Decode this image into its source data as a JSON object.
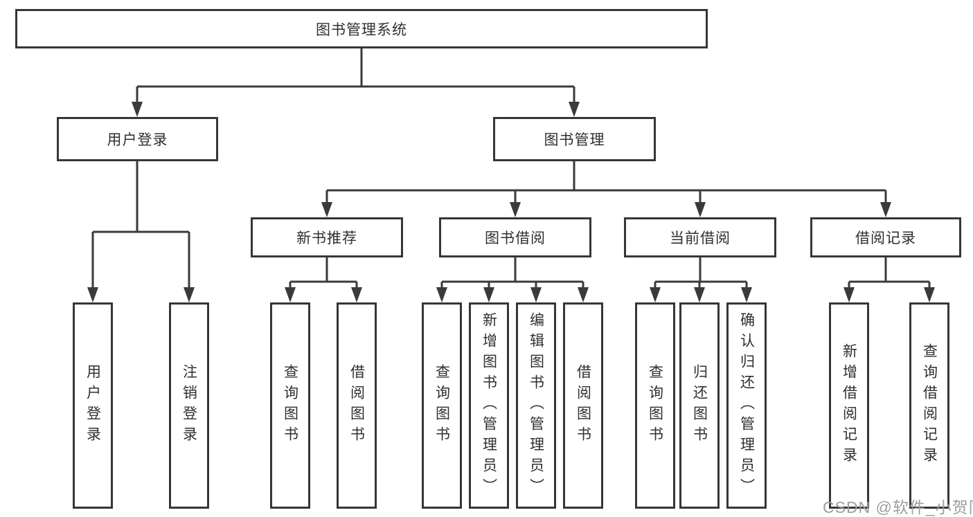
{
  "tree": {
    "label": "图书管理系统",
    "children": [
      {
        "label": "用户登录",
        "children": [
          {
            "label": "用户登录"
          },
          {
            "label": "注销登录"
          }
        ]
      },
      {
        "label": "图书管理",
        "children": [
          {
            "label": "新书推荐",
            "children": [
              {
                "label": "查询图书"
              },
              {
                "label": "借阅图书"
              }
            ]
          },
          {
            "label": "图书借阅",
            "children": [
              {
                "label": "查询图书"
              },
              {
                "label": "新增图书（管理员）"
              },
              {
                "label": "编辑图书（管理员）"
              },
              {
                "label": "借阅图书"
              }
            ]
          },
          {
            "label": "当前借阅",
            "children": [
              {
                "label": "查询图书"
              },
              {
                "label": "归还图书"
              },
              {
                "label": "确认归还（管理员）"
              }
            ]
          },
          {
            "label": "借阅记录",
            "children": [
              {
                "label": "新增借阅记录"
              },
              {
                "label": "查询借阅记录"
              }
            ]
          }
        ]
      }
    ]
  },
  "watermark": {
    "text": "CSDN @软件_小贺同学"
  },
  "colors": {
    "line": "#3a3a3a",
    "box_border": "#363636",
    "text": "#2f2f2f",
    "watermark": "#9e9e9e",
    "background": "#ffffff"
  }
}
